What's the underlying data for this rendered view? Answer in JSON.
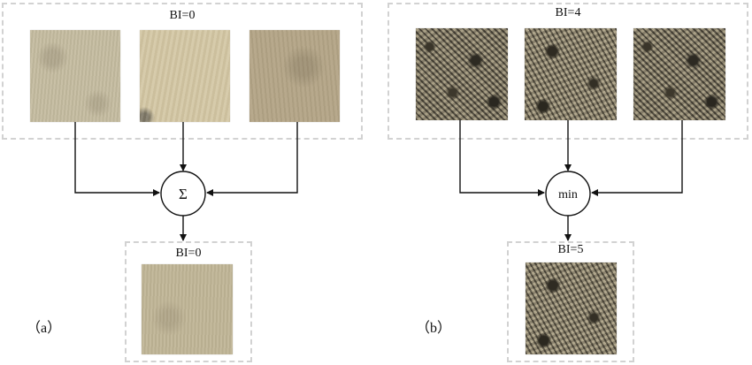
{
  "panel_a": {
    "caption": "（a）",
    "top_label": "BI=0",
    "operator": "Σ",
    "output_label": "BI=0"
  },
  "panel_b": {
    "caption": "（b）",
    "top_label": "BI=4",
    "operator": "min",
    "output_label": "BI=5"
  }
}
